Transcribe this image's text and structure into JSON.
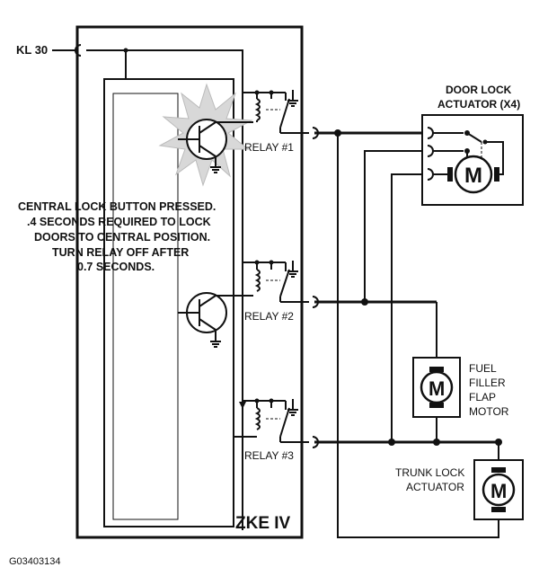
{
  "labels": {
    "supply": "KL 30",
    "door_actuator_line1": "DOOR LOCK",
    "door_actuator_line2": "ACTUATOR (X4)",
    "relay1": "RELAY #1",
    "relay2": "RELAY #2",
    "relay3": "RELAY #3",
    "note_line1": "CENTRAL LOCK BUTTON PRESSED.",
    "note_line2": ".4 SECONDS REQUIRED TO LOCK",
    "note_line3": "DOORS TO CENTRAL POSITION.",
    "note_line4": "TURN RELAY OFF AFTER",
    "note_line5": "0.7 SECONDS.",
    "fuel_line1": "FUEL",
    "fuel_line2": "FILLER",
    "fuel_line3": "FLAP",
    "fuel_line4": "MOTOR",
    "trunk_line1": "TRUNK LOCK",
    "trunk_line2": "ACTUATOR",
    "module": "ZKE IV",
    "figure_id": "G03403134",
    "motor_symbol": "M"
  }
}
